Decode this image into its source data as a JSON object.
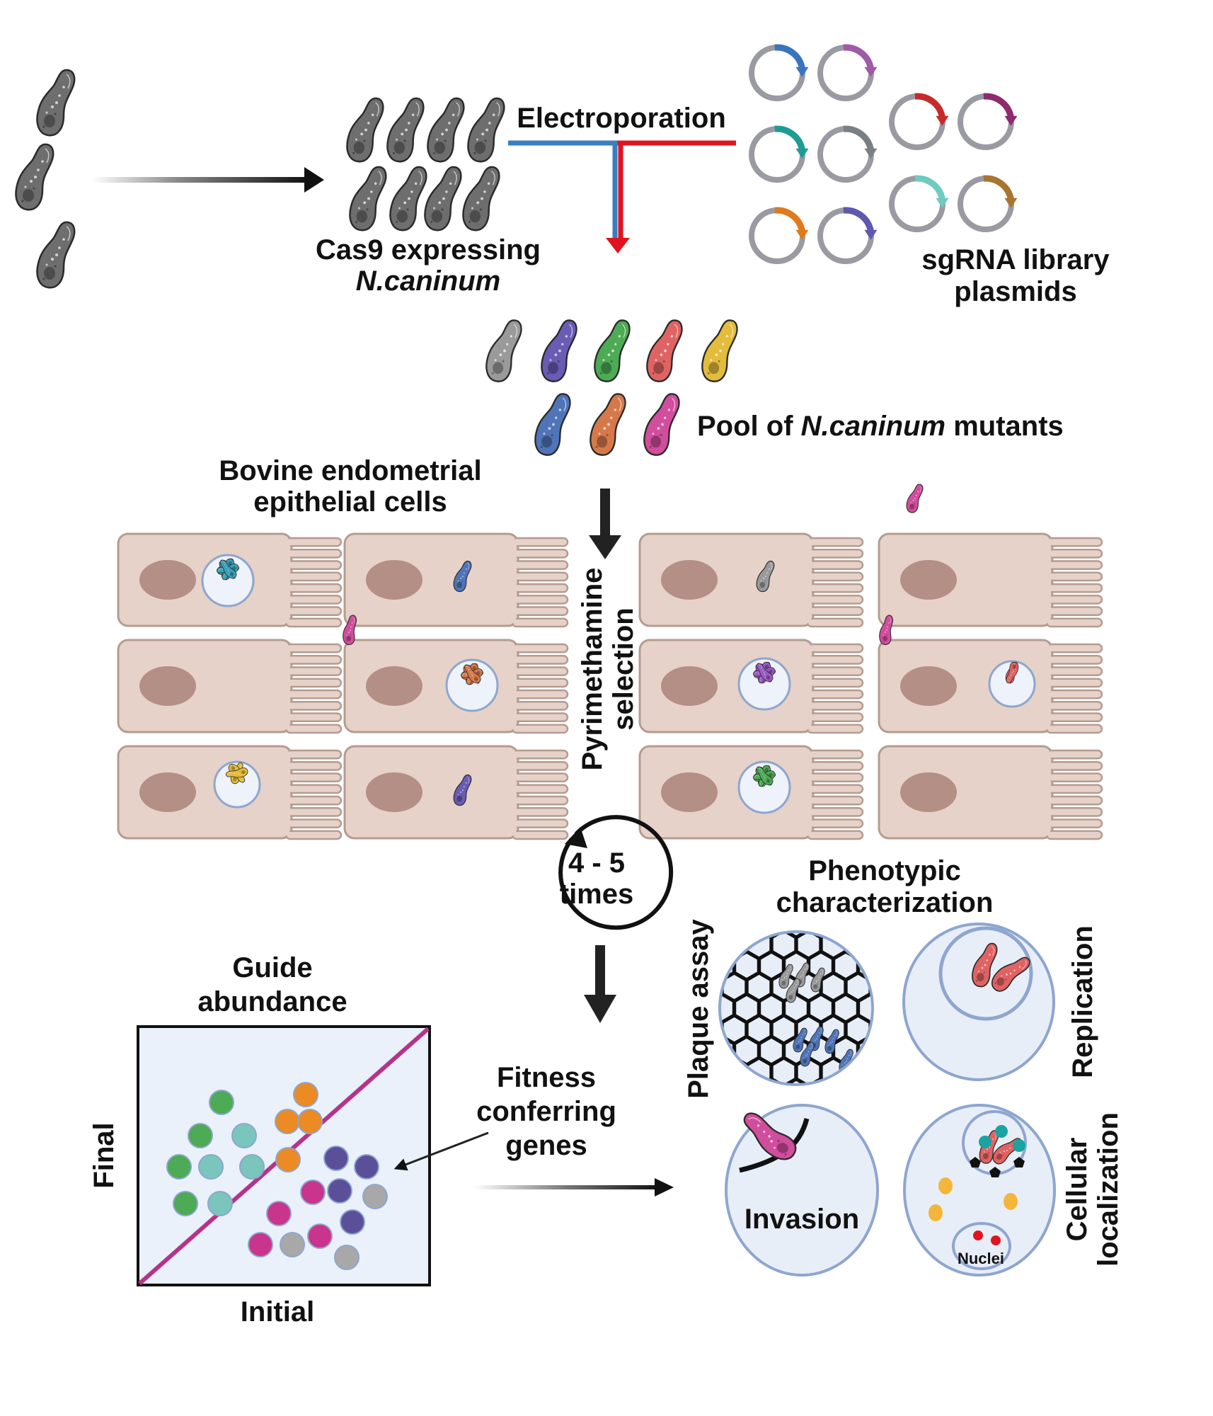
{
  "labels": {
    "electroporation": "Electroporation",
    "cas9_line1": "Cas9 expressing",
    "cas9_line2": "N.caninum",
    "sgrna_line1": "sgRNA library",
    "sgrna_line2": "plasmids",
    "pool_prefix": "Pool of ",
    "pool_italic": "N.caninum",
    "pool_suffix": " mutants",
    "bovine_line1": "Bovine endometrial",
    "bovine_line2": "epithelial cells",
    "pyrimethamine_line1": "Pyrimethamine",
    "pyrimethamine_line2": "selection",
    "cycle_line1": "4 - 5",
    "cycle_line2": "times",
    "phenotypic_line1": "Phenotypic",
    "phenotypic_line2": "characterization",
    "guide_line1": "Guide",
    "guide_line2": "abundance",
    "axis_y": "Final",
    "axis_x": "Initial",
    "fitness_line1": "Fitness",
    "fitness_line2": "conferring",
    "fitness_line3": "genes",
    "plaque_assay": "Plaque assay",
    "replication": "Replication",
    "invasion": "Invasion",
    "cellular_line1": "Cellular",
    "cellular_line2": "localization",
    "nuclei": "Nuclei"
  },
  "colors": {
    "parasite_gray": "#6e6e6e",
    "cell_fill": "#e6d2c8",
    "cell_stroke": "#b59c90",
    "nucleus": "#b48f86",
    "plot_bg": "#eaf1fb",
    "diagonal": "#b5338a",
    "arrow_blue": "#3a7ec2",
    "arrow_red": "#e0141e",
    "plasmid_ring": "#9a9aa2",
    "phenotype_fill": "#e8eef8",
    "phenotype_stroke": "#8ea6cf"
  },
  "mutant_colors": [
    "#9a9a9a",
    "#6a5bb5",
    "#4daa55",
    "#e06363",
    "#e3bc3c",
    "#4f74b8",
    "#d6794a",
    "#d14d9d"
  ],
  "plasmid_arc_colors": [
    "#3a74c0",
    "#a05aa8",
    "#c52b2b",
    "#8e2a6e",
    "#1e9b94",
    "#7a7f84",
    "#6fcac0",
    "#a8742e",
    "#e07a1c",
    "#5f57b0"
  ]
}
